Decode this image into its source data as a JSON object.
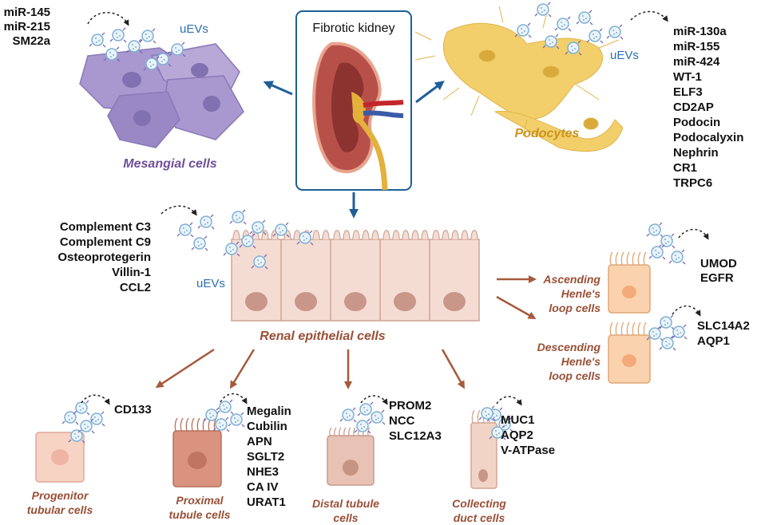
{
  "kidney": {
    "title": "Fibrotic kidney"
  },
  "mesangial": {
    "label": "Mesangial cells",
    "markers": [
      "miR-145",
      "miR-215",
      "SM22a"
    ],
    "uevs": "uEVs"
  },
  "podocytes": {
    "label": "Podocytes",
    "markers": [
      "miR-130a",
      "miR-155",
      "miR-424",
      "WT-1",
      "ELF3",
      "CD2AP",
      "Podocin",
      "Podocalyxin",
      "Nephrin",
      "CR1",
      "TRPC6"
    ],
    "uevs": "uEVs"
  },
  "epithelial": {
    "label": "Renal epithelial cells",
    "markers": [
      "Complement C3",
      "Complement C9",
      "Osteoprotegerin",
      "Villin-1",
      "CCL2"
    ],
    "uevs": "uEVs"
  },
  "ascending": {
    "label": [
      "Ascending",
      "Henle's",
      "loop cells"
    ],
    "markers": [
      "UMOD",
      "EGFR"
    ]
  },
  "descending": {
    "label": [
      "Descending",
      "Henle's",
      "loop cells"
    ],
    "markers": [
      "SLC14A2",
      "AQP1"
    ]
  },
  "progenitor": {
    "label": [
      "Progenitor",
      "tubular cells"
    ],
    "markers": [
      "CD133"
    ]
  },
  "proximal": {
    "label": [
      "Proximal",
      "tubule cells"
    ],
    "markers": [
      "Megalin",
      "Cubilin",
      "APN",
      "SGLT2",
      "NHE3",
      "CA IV",
      "URAT1"
    ]
  },
  "distal": {
    "label": [
      "Distal tubule",
      "cells"
    ],
    "markers": [
      "PROM2",
      "NCC",
      "SLC12A3"
    ]
  },
  "collecting": {
    "label": [
      "Collecting",
      "duct cells"
    ],
    "markers": [
      "MUC1",
      "AQP2",
      "V-ATPase"
    ]
  },
  "colors": {
    "brown_text": "#9a5036",
    "purple_text": "#6e4f9c",
    "gold_text": "#c9941e",
    "arrow_blue": "#1f5f99",
    "arrow_brown": "#a55a3c"
  }
}
